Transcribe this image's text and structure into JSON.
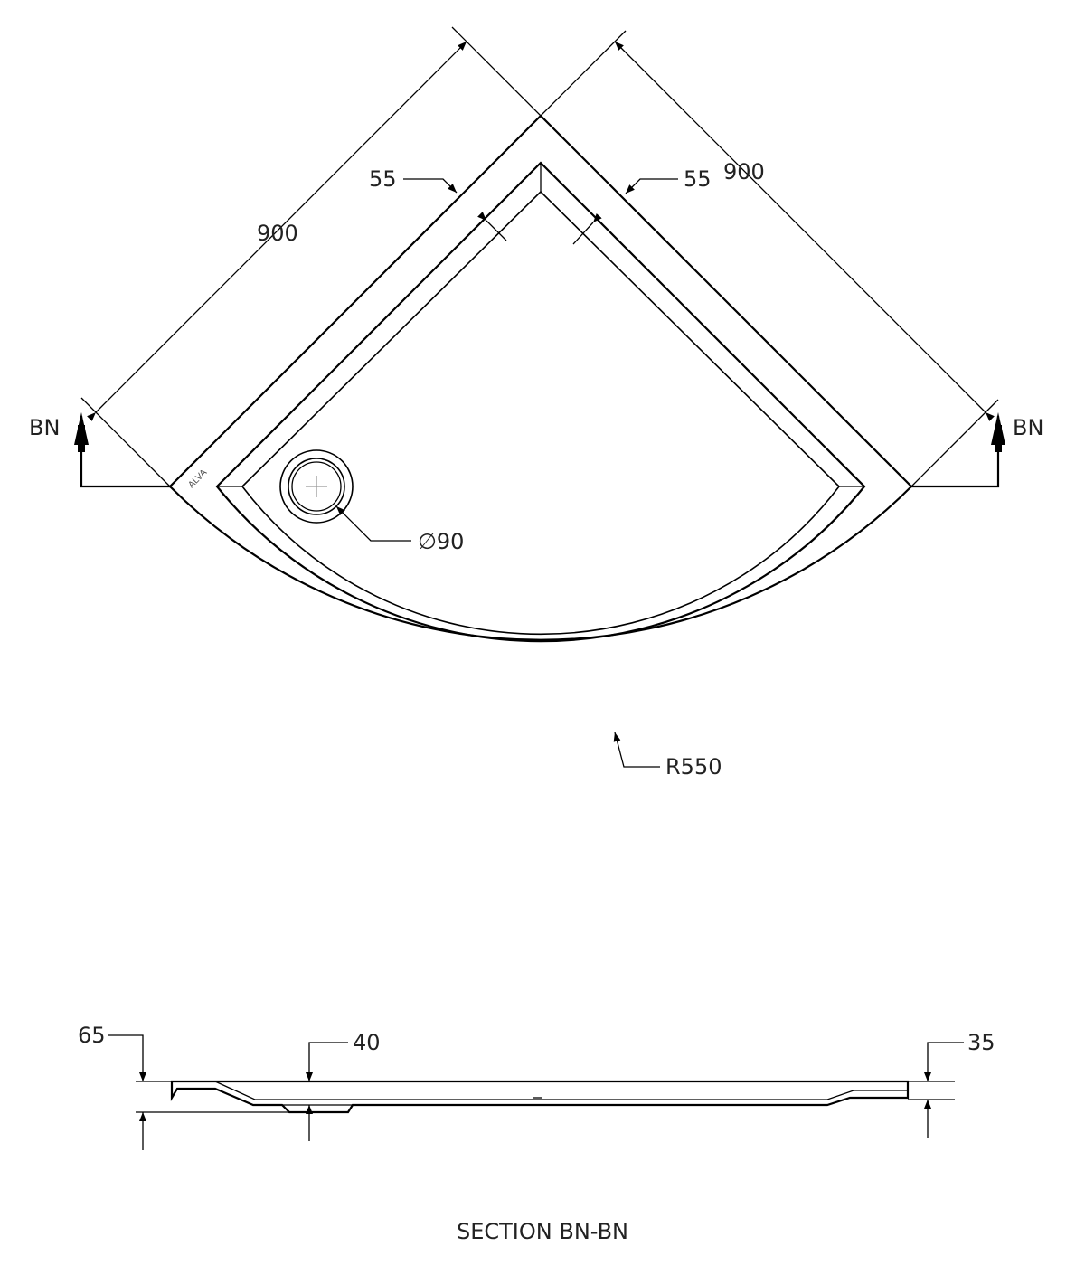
{
  "plan": {
    "side_a": "900",
    "side_b": "900",
    "rim_left": "55",
    "rim_right": "55",
    "waste": "90",
    "waste_prefix": "∅",
    "radius": "R550",
    "section_marker_left": "BN",
    "section_marker_right": "BN",
    "logo": "ALVA"
  },
  "section": {
    "height_total": "65",
    "height_mid": "40",
    "height_edge": "35",
    "title": "SECTION BN-BN"
  }
}
